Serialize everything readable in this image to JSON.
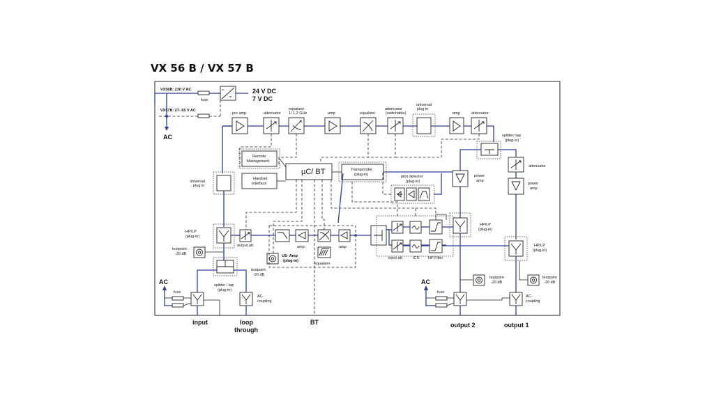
{
  "title": "VX 56 B / VX 57 B",
  "power": {
    "vx56b": "VX56B: 230 V AC",
    "vx57b": "VX57B: 27- 65 V AC",
    "fuse": "fuse",
    "out1": "24 V DC",
    "out2": "7 V DC",
    "ac": "AC"
  },
  "top_chain": {
    "preamp": "pre amp",
    "attenuator1": "attenuator",
    "equalizer1_l1": "equalizer",
    "equalizer1_l2": "1/ 1,2 GHz",
    "amp1": "amp",
    "equalizer2": "equalizer",
    "attenuator2_l1": "attenuator",
    "attenuator2_l2": "(switchable)",
    "universal_l1": "universal",
    "universal_l2": "plug in",
    "amp2": "amp",
    "attenuator3": "attenuator"
  },
  "control": {
    "remote_l1": "Remote",
    "remote_l2": "Management",
    "handset_l1": "Handset",
    "handset_l2": "Interface",
    "uc": "µC/ BT",
    "transponder_l1": "Transponder",
    "transponder_l2": "(plug-in)",
    "pilot_l1": "pilot detector",
    "pilot_l2": "(plug-in)"
  },
  "right_chain": {
    "splitter_l1": "splitter/ tap",
    "splitter_l2": "(plug-in)",
    "attenuator": "attenuator",
    "poweramp1_l1": "power",
    "poweramp1_l2": "amp",
    "poweramp2_l1": "power",
    "poweramp2_l2": "amp",
    "hplp1_l1": "HP/LP",
    "hplp1_l2": "(plug-in)",
    "hplp2_l1": "HP/LP",
    "hplp2_l2": "(plug-in)"
  },
  "left_chain": {
    "universal_l1": "universal",
    "universal_l2": "plug in",
    "hplp_l1": "HP/LP",
    "hplp_l2": "(plug-in)",
    "output_att": "output att.",
    "testpoint_l1": "testpoint",
    "testpoint_l2": "-20 dB",
    "testpoint2_l1": "testpoint",
    "testpoint2_l2": "-20 dB",
    "splitter_l1": "splitter / tap",
    "splitter_l2": "(plug-in)",
    "fuse": "fuse",
    "ac": "AC",
    "accoupling_l1": "AC-",
    "accoupling_l2": "coupling"
  },
  "return_path": {
    "amp_a": "amp.",
    "amp_b": "amp.",
    "usamp_l1": "US- Amp",
    "usamp_l2": "(plug-in)",
    "equalizer": "equalizer",
    "input_att": "input att.",
    "ics": "ICS",
    "hpfilter": "HP Filter"
  },
  "outputs_area": {
    "ac": "AC",
    "fuse": "fuse",
    "testpoint1_l1": "testpoint",
    "testpoint1_l2": "-20 dB",
    "testpoint2_l1": "testpoint",
    "testpoint2_l2": "-20 dB",
    "accoupling_l1": "AC-",
    "accoupling_l2": "coupling"
  },
  "ports": {
    "input": "input",
    "loop_l1": "loop",
    "loop_l2": "through",
    "bt": "BT",
    "output2": "output 2",
    "output1": "output 1"
  }
}
